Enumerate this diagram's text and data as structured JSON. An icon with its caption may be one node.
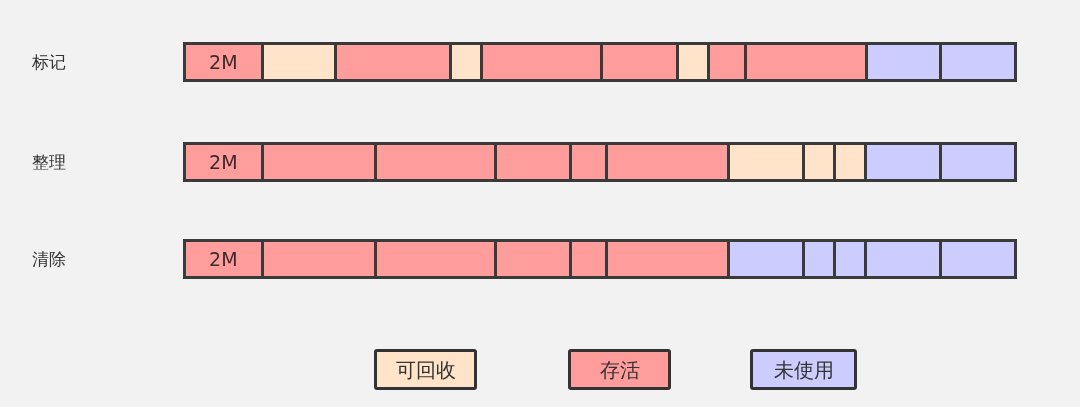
{
  "diagram": {
    "nodes": [
      {
        "text": [],
        "shape": "bar"
      },
      {
        "text": [
          "2M"
        ],
        "in": 0
      },
      {
        "text": [],
        "shape": "box",
        "in": 0
      },
      {
        "text": [],
        "shape": "box",
        "in": 0
      },
      {
        "text": [],
        "shape": "box",
        "in": 0
      },
      {
        "text": [],
        "shape": "box",
        "in": 0
      },
      {
        "text": [],
        "shape": "box",
        "in": 0
      },
      {
        "text": [],
        "shape": "box",
        "in": 0
      },
      {
        "text": [],
        "shape": "box",
        "in": 0
      },
      {
        "text": [],
        "shape": "box",
        "in": 0
      },
      {
        "text": [],
        "shape": "box",
        "in": 0
      },
      {
        "text": [],
        "shape": "box",
        "in": 0
      },
      {
        "text": [],
        "shape": "bar"
      },
      {
        "text": [
          "2M"
        ],
        "in": 12
      },
      {
        "text": [],
        "shape": "box",
        "in": 12
      },
      {
        "text": [],
        "shape": "box",
        "in": 12
      },
      {
        "text": [],
        "shape": "box",
        "in": 12
      },
      {
        "text": [],
        "shape": "box",
        "in": 12
      },
      {
        "text": [],
        "shape": "box",
        "in": 12
      },
      {
        "text": [],
        "shape": "box",
        "in": 12
      },
      {
        "text": [],
        "shape": "box",
        "in": 12
      },
      {
        "text": [],
        "shape": "box",
        "in": 12
      },
      {
        "text": [],
        "shape": "box",
        "in": 12
      },
      {
        "text": [],
        "shape": "box",
        "in": 12
      },
      {
        "text": [],
        "shape": "bar"
      },
      {
        "text": [
          "2M"
        ],
        "in": 24
      },
      {
        "text": [],
        "shape": "box",
        "in": 24
      },
      {
        "text": [],
        "shape": "box",
        "in": 24
      },
      {
        "text": [],
        "shape": "box",
        "in": 24
      },
      {
        "text": [],
        "shape": "box",
        "in": 24
      },
      {
        "text": [],
        "shape": "box",
        "in": 24
      },
      {
        "text": [],
        "shape": "box",
        "in": 24
      },
      {
        "text": [],
        "shape": "box",
        "in": 24
      },
      {
        "text": [],
        "shape": "box",
        "in": 24
      },
      {
        "text": [],
        "shape": "box",
        "in": 24
      },
      {
        "text": [],
        "shape": "box",
        "in": 24
      }
    ],
    "labels": [
      "标记",
      "整理",
      "清除"
    ],
    "legend": [
      {
        "text": "可回收",
        "color": "#ffe4c9"
      },
      {
        "text": "存活",
        "color": "#ff9c9c"
      },
      {
        "text": "未使用",
        "color": "#ccccff"
      }
    ]
  }
}
